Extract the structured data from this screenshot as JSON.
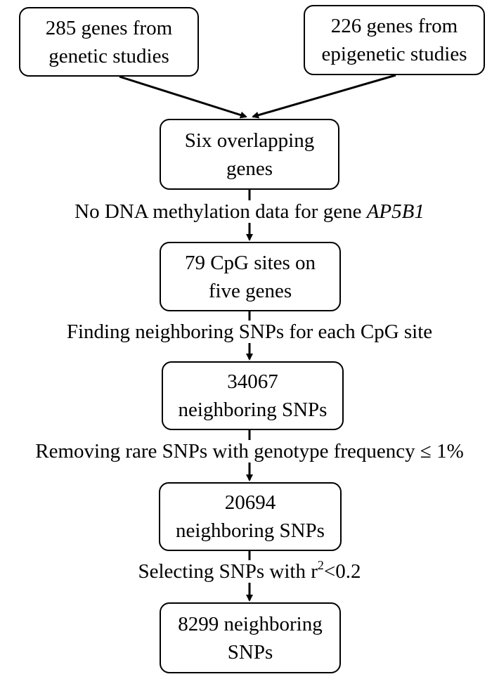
{
  "boxes": {
    "genetic": {
      "line1": "285 genes from",
      "line2": "genetic studies"
    },
    "epigenetic": {
      "line1": "226 genes from",
      "line2": "epigenetic studies"
    },
    "overlap": {
      "line1": "Six overlapping",
      "line2": "genes"
    },
    "cpg": {
      "line1": "79 CpG sites on",
      "line2": "five genes"
    },
    "snps_34067": {
      "line1": "34067",
      "line2": "neighboring SNPs"
    },
    "snps_20694": {
      "line1": "20694",
      "line2": "neighboring SNPs"
    },
    "snps_8299": {
      "line1": "8299 neighboring",
      "line2": "SNPs"
    }
  },
  "steps": {
    "no_methylation": {
      "text": "No DNA methylation data for gene ",
      "gene": "AP5B1"
    },
    "finding": {
      "text": "Finding neighboring SNPs for each CpG site"
    },
    "removing": {
      "text": "Removing rare SNPs with genotype frequency ≤ 1%"
    },
    "selecting": {
      "prefix": "Selecting SNPs with r",
      "sup": "2",
      "suffix": "<0.2"
    }
  }
}
